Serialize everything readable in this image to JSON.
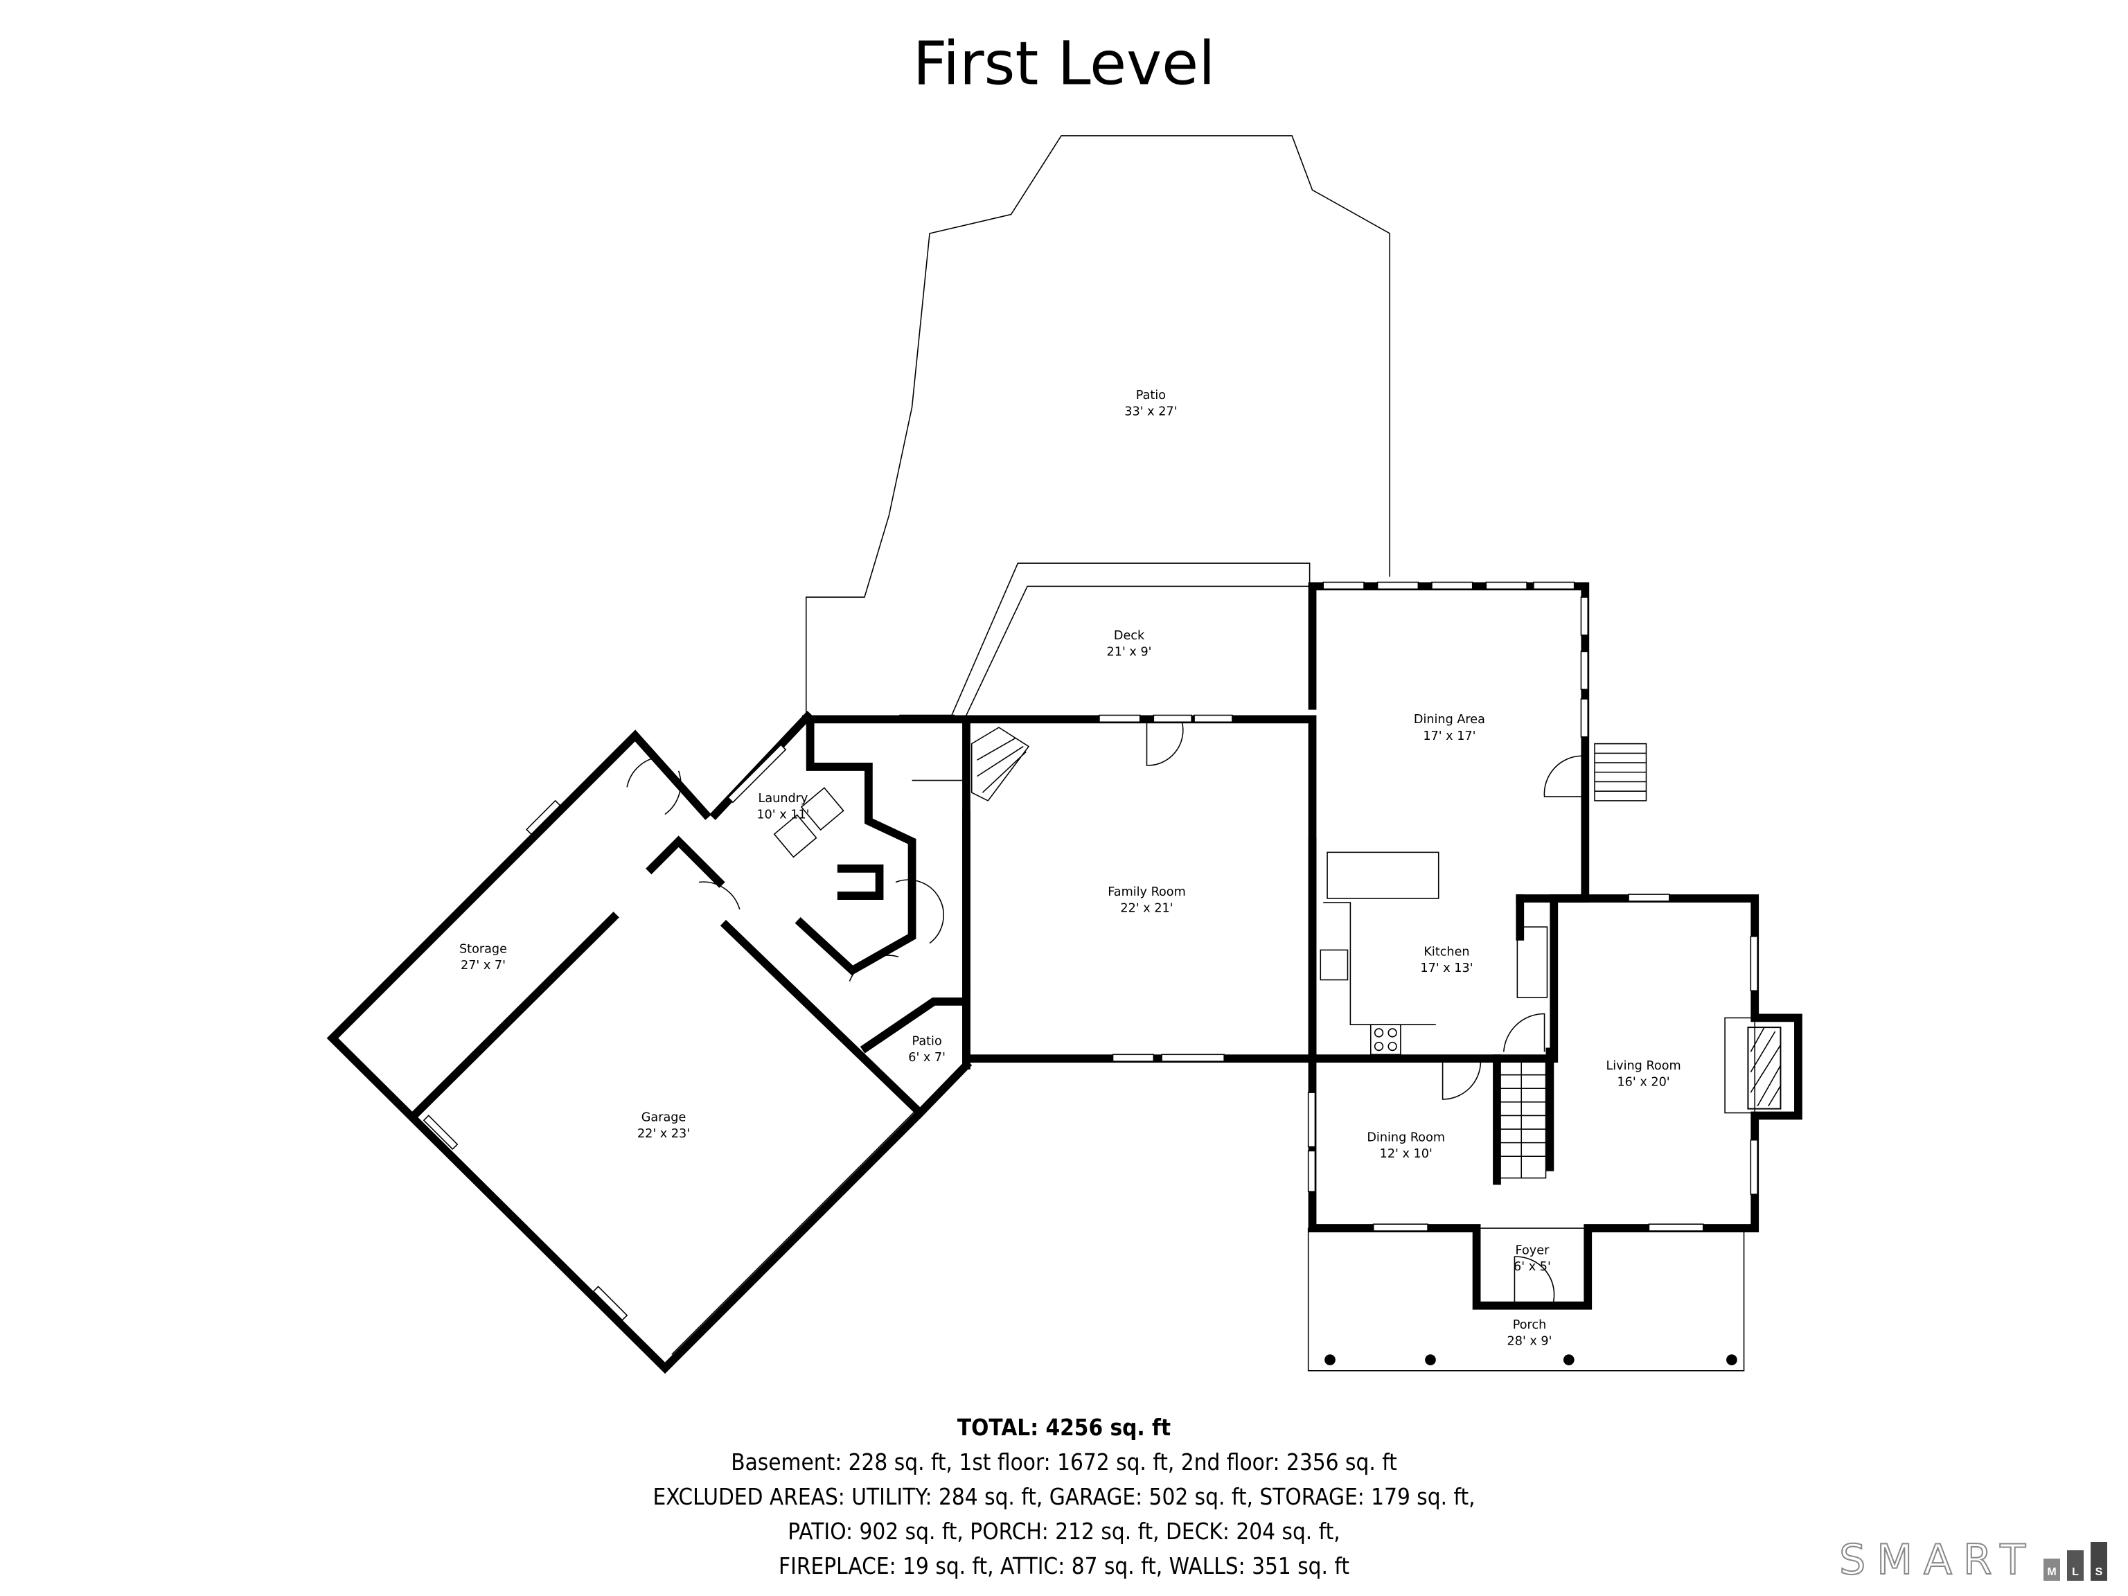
{
  "title": "First Level",
  "rooms": [
    {
      "name": "Patio",
      "dims": "33' x 27'"
    },
    {
      "name": "Deck",
      "dims": "21' x 9'"
    },
    {
      "name": "Dining Area",
      "dims": "17' x 17'"
    },
    {
      "name": "Laundry",
      "dims": "10' x 11'"
    },
    {
      "name": "Family Room",
      "dims": "22' x 21'"
    },
    {
      "name": "Kitchen",
      "dims": "17' x 13'"
    },
    {
      "name": "Storage",
      "dims": "27' x 7'"
    },
    {
      "name": "Living Room",
      "dims": "16' x 20'"
    },
    {
      "name": "Patio",
      "dims": "6' x 7'"
    },
    {
      "name": "Garage",
      "dims": "22' x 23'"
    },
    {
      "name": "Dining Room",
      "dims": "12' x 10'"
    },
    {
      "name": "Foyer",
      "dims": "6' x 5'"
    },
    {
      "name": "Porch",
      "dims": "28' x 9'"
    }
  ],
  "summary": {
    "total": "TOTAL: 4256 sq. ft",
    "line1": "Basement: 228 sq. ft, 1st floor: 1672 sq. ft, 2nd floor: 2356 sq. ft",
    "line2": "EXCLUDED AREAS: UTILITY: 284 sq. ft, GARAGE: 502 sq. ft, STORAGE: 179 sq. ft,",
    "line3": "PATIO: 902 sq. ft, PORCH: 212 sq. ft, DECK: 204 sq. ft,",
    "line4": "FIREPLACE: 19 sq. ft, ATTIC: 87 sq. ft, WALLS: 351 sq. ft"
  },
  "logo": {
    "word": "SMART",
    "letters": [
      "M",
      "L",
      "S"
    ],
    "colors": [
      "#888888",
      "#555555",
      "#444444"
    ]
  }
}
